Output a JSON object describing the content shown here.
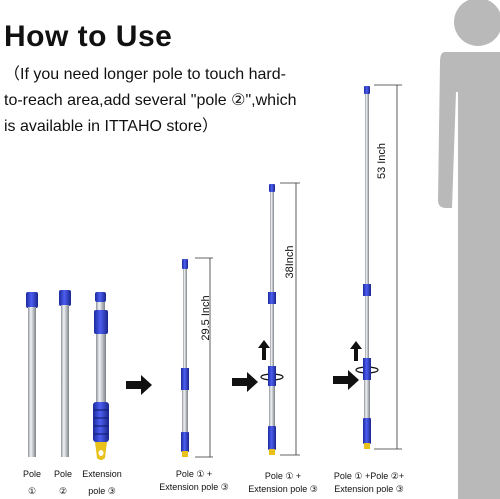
{
  "heading": "How to Use",
  "note_lines": [
    "（If you need longer pole to touch hard-",
    "to-reach area,add several \"pole ②\",which",
    "is available in ITTAHO store）"
  ],
  "labels": {
    "pole1": [
      "Pole",
      "①"
    ],
    "pole2": [
      "Pole",
      "②"
    ],
    "extension": [
      "Extension",
      "pole ③"
    ],
    "combo1": [
      "Pole ① +",
      "Extension pole ③"
    ],
    "combo2": [
      "Pole ① +",
      "Extension pole ③"
    ],
    "combo3": [
      "Pole ① +Pole ②+",
      "Extension pole ③"
    ]
  },
  "dimensions": {
    "short": "29.5 Inch",
    "mid": "38Inch",
    "long": "53 Inch"
  },
  "colors": {
    "cap_blue": "#2a3bc9",
    "grip_yellow": "#e8c21a",
    "silhouette": "#b9b9b9",
    "steel": "#c8ccd0"
  },
  "icons": [
    "right-arrow-icon",
    "up-arrow-icon",
    "twist-icon",
    "person-silhouette-icon"
  ]
}
